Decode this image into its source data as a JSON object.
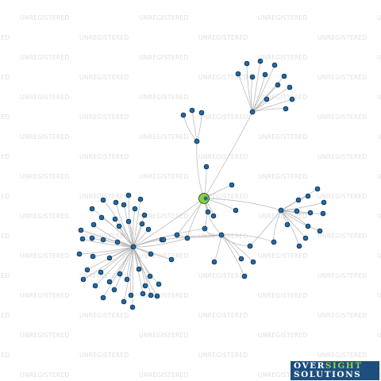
{
  "watermark": {
    "text": "UNREGISTERED"
  },
  "logo": {
    "line1_a": "OVER",
    "line1_b": "SIGHT",
    "line2": "SOLUTIONS"
  },
  "colors": {
    "background": "#ffffff",
    "edge": "#b3b3b3",
    "node_fill": "#1f6aa5",
    "node_stroke": "#0d2a44",
    "focus_node_fill": "#8fcf3a",
    "focus_node_stroke": "#1c3a1c",
    "watermark": "#e0e0e0",
    "logo_bg": "#1d4e7e",
    "logo_accent": "#9ad43b"
  },
  "graph": {
    "focus_node": "center",
    "node_icon": "dot-icon",
    "focus_icon": "focus-company-icon"
  }
}
